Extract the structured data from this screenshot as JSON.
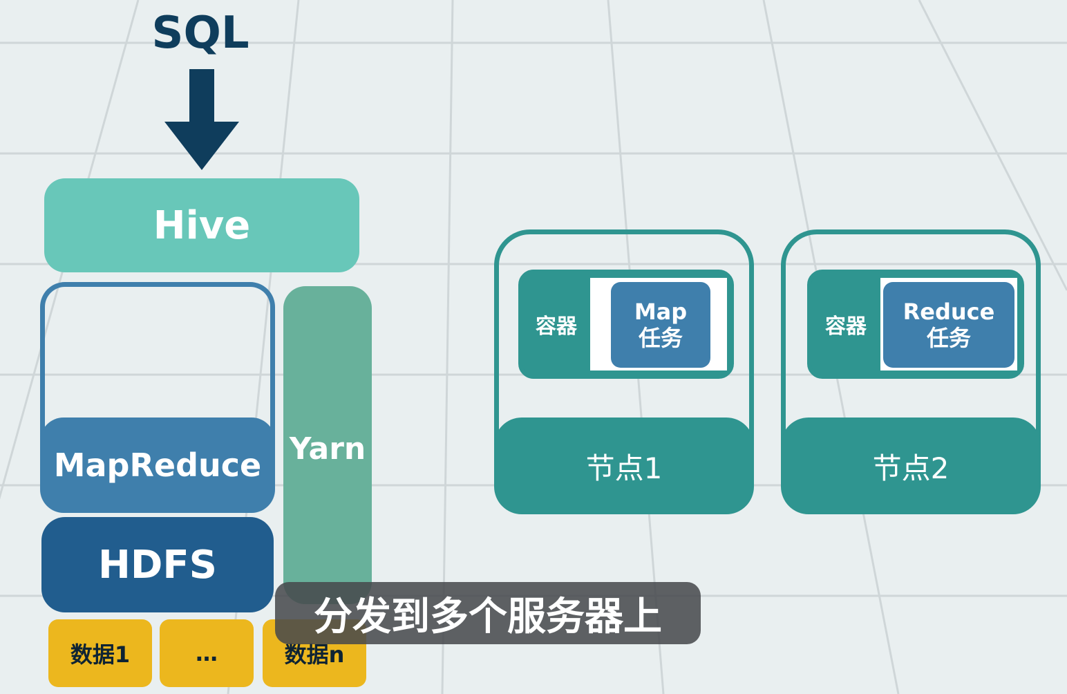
{
  "watermark_logo": "",
  "sql": "SQL",
  "stack": {
    "hive": "Hive",
    "mapreduce": "MapReduce",
    "hdfs": "HDFS",
    "yarn": "Yarn"
  },
  "data_blocks": [
    "数据1",
    "…",
    "数据n"
  ],
  "nodes": [
    {
      "label": "节点1",
      "container": "容器",
      "task_line1": "Map",
      "task_line2": "任务"
    },
    {
      "label": "节点2",
      "container": "容器",
      "task_line1": "Reduce",
      "task_line2": "任务"
    }
  ],
  "subtitle": "分发到多个服务器上",
  "colors": {
    "background": "#e9eff0",
    "hive": "#68c7b9",
    "mapreduce": "#3f7fac",
    "hdfs": "#215d8e",
    "yarn": "#68b19b",
    "data": "#ecb71e",
    "node": "#2f9590",
    "arrow": "#0f3d5c"
  }
}
